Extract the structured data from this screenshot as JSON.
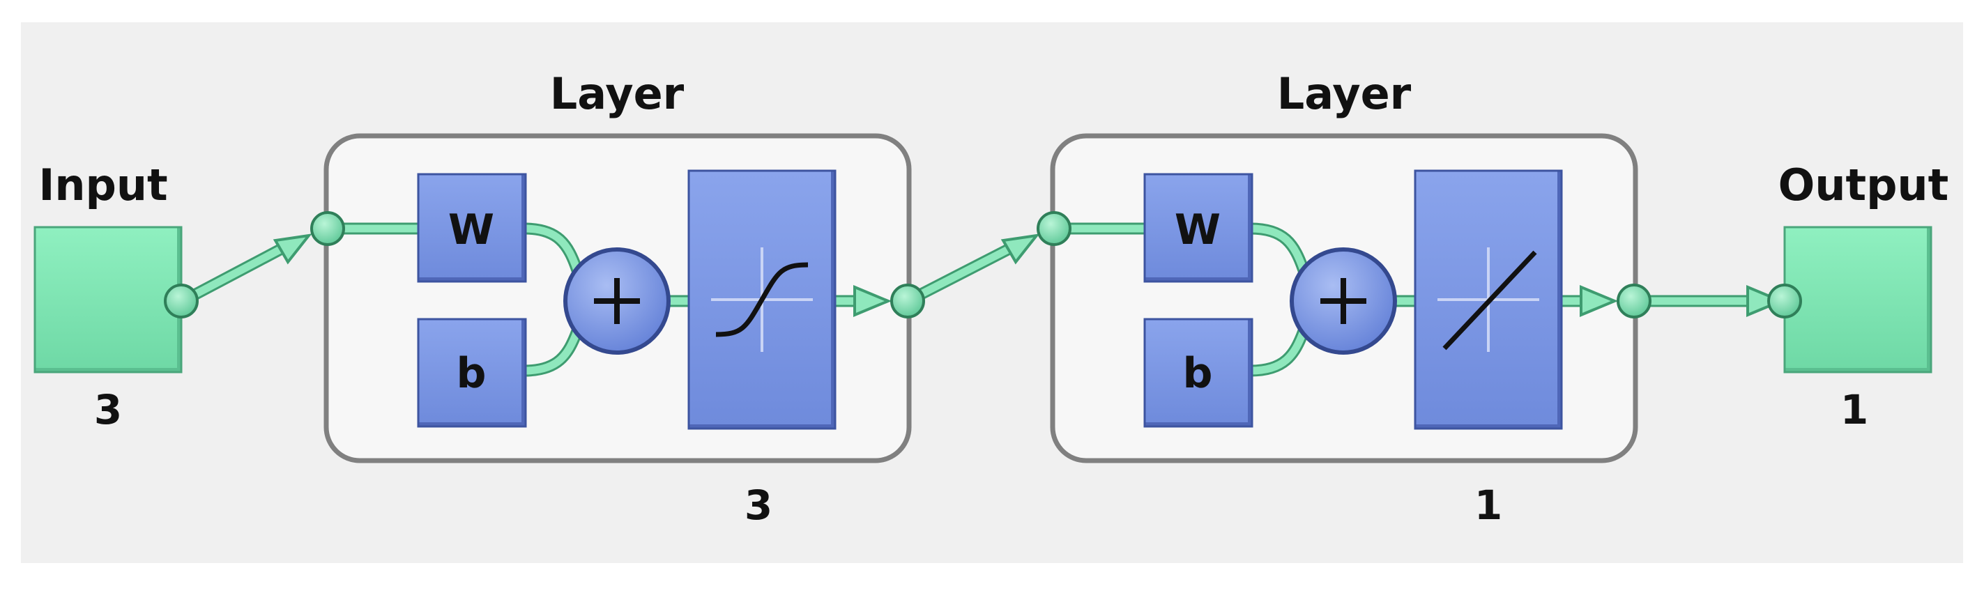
{
  "input": {
    "label": "Input",
    "size": "3"
  },
  "layers": [
    {
      "title": "Layer",
      "weight_label": "W",
      "bias_label": "b",
      "size": "3",
      "transfer": "tansig-icon"
    },
    {
      "title": "Layer",
      "weight_label": "W",
      "bias_label": "b",
      "size": "1",
      "transfer": "purelin-icon"
    }
  ],
  "output": {
    "label": "Output",
    "size": "1"
  },
  "colors": {
    "background": "#f0f0f0",
    "block_blue": "#7a96e3",
    "node_green": "#7fe3b1",
    "layer_box": "#f7f7f7"
  }
}
